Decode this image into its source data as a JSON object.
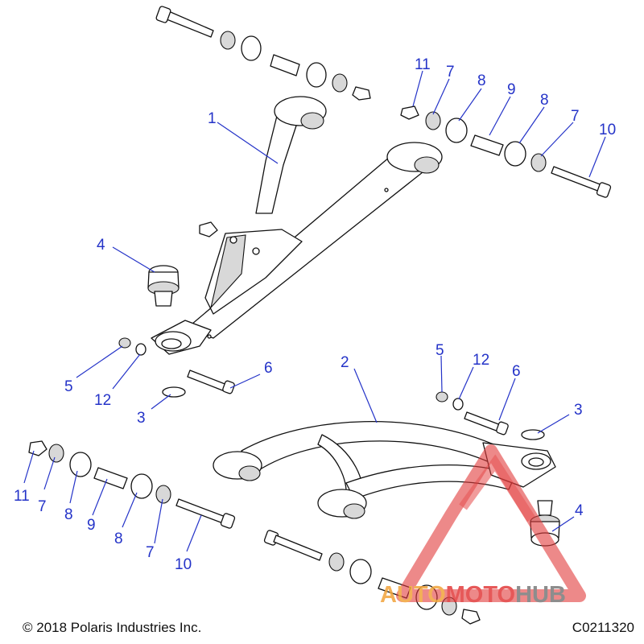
{
  "callouts": [
    {
      "id": "c1",
      "label": "1"
    },
    {
      "id": "c2",
      "label": "2"
    },
    {
      "id": "c3a",
      "label": "3"
    },
    {
      "id": "c3b",
      "label": "3"
    },
    {
      "id": "c4a",
      "label": "4"
    },
    {
      "id": "c4b",
      "label": "4"
    },
    {
      "id": "c5a",
      "label": "5"
    },
    {
      "id": "c5b",
      "label": "5"
    },
    {
      "id": "c6a",
      "label": "6"
    },
    {
      "id": "c6b",
      "label": "6"
    },
    {
      "id": "c7a",
      "label": "7"
    },
    {
      "id": "c7b",
      "label": "7"
    },
    {
      "id": "c7c",
      "label": "7"
    },
    {
      "id": "c7d",
      "label": "7"
    },
    {
      "id": "c8a",
      "label": "8"
    },
    {
      "id": "c8b",
      "label": "8"
    },
    {
      "id": "c8c",
      "label": "8"
    },
    {
      "id": "c8d",
      "label": "8"
    },
    {
      "id": "c9a",
      "label": "9"
    },
    {
      "id": "c9b",
      "label": "9"
    },
    {
      "id": "c10a",
      "label": "10"
    },
    {
      "id": "c10b",
      "label": "10"
    },
    {
      "id": "c11a",
      "label": "11"
    },
    {
      "id": "c11b",
      "label": "11"
    },
    {
      "id": "c12a",
      "label": "12"
    },
    {
      "id": "c12b",
      "label": "12"
    }
  ],
  "footer": {
    "copyright": "© 2018 Polaris Industries Inc.",
    "diagram_code": "C0211320"
  },
  "watermark": {
    "part1": "AUTO",
    "part2": "MOTO",
    "part3": "HUB"
  },
  "colors": {
    "callout": "#2433c8",
    "watermark_red": "#e23b3b",
    "watermark_orange": "#f2a33a",
    "watermark_gray": "#7a7a7a"
  }
}
